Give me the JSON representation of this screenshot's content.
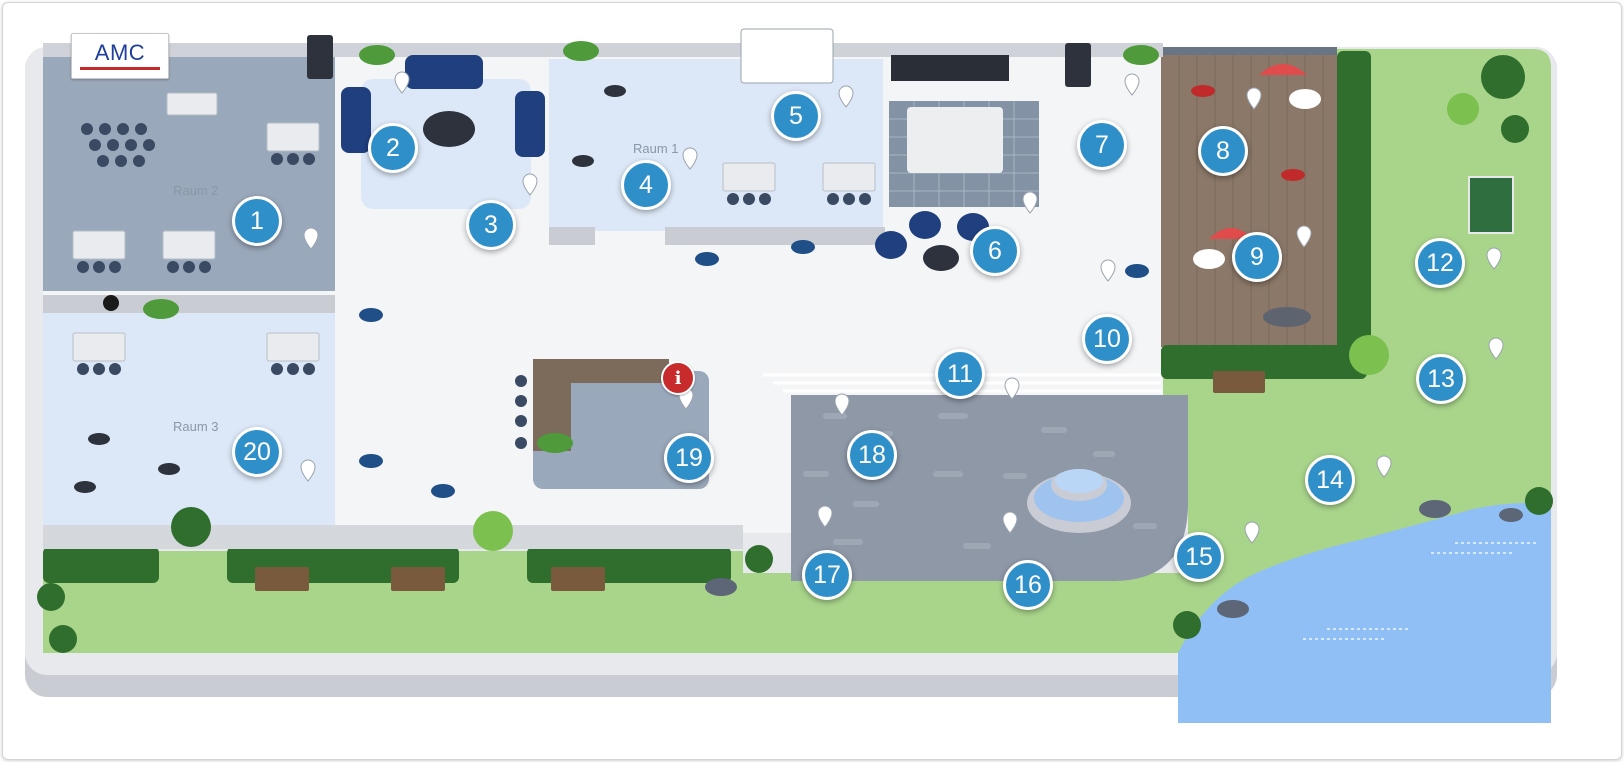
{
  "map": {
    "logo": "AMC",
    "rooms": [
      {
        "id": "raum2",
        "label": "Raum 2"
      },
      {
        "id": "raum1",
        "label": "Raum 1"
      },
      {
        "id": "raum3",
        "label": "Raum 3"
      }
    ],
    "info_sign": "i",
    "hotspots": [
      "1",
      "2",
      "3",
      "4",
      "5",
      "6",
      "7",
      "8",
      "9",
      "10",
      "11",
      "12",
      "13",
      "14",
      "15",
      "16",
      "17",
      "18",
      "19",
      "20"
    ],
    "colors": {
      "hotspot": "#2f8fc9",
      "room_grey": "#9aa8bb",
      "room_light": "#dbe8f7",
      "floor": "#f3f4f5",
      "plaza": "#8d97a6",
      "deck": "#8b7767",
      "grass": "#a7d488",
      "water": "#8fbff5",
      "furniture_blue": "#1f3f7f"
    }
  }
}
